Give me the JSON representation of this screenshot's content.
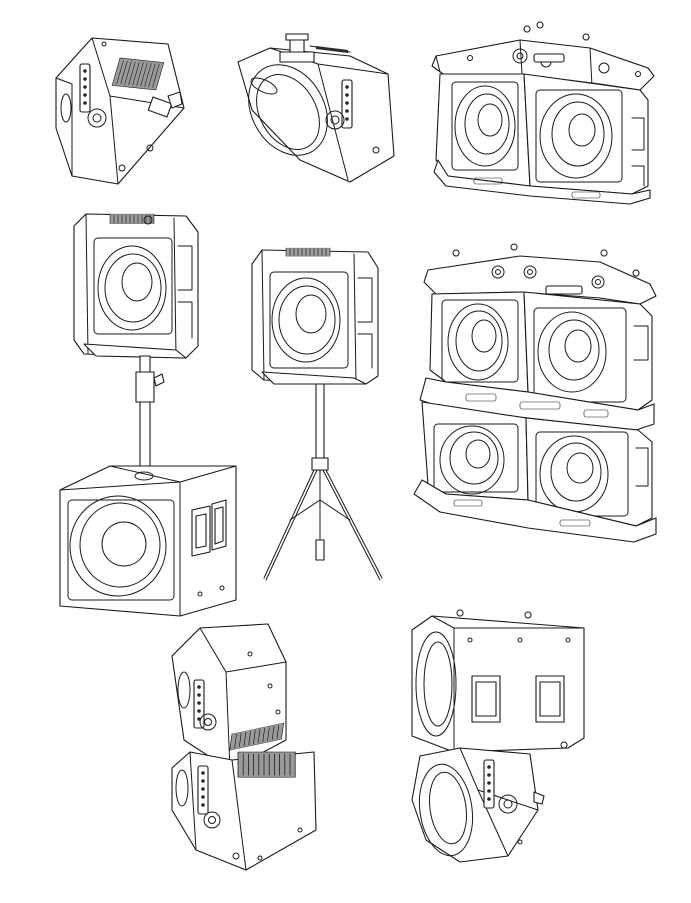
{
  "figure": {
    "illustrations": [
      {
        "id": "fig-1",
        "icon": "speaker-top-rear-view-icon"
      },
      {
        "id": "fig-2",
        "icon": "speaker-with-pole-mount-icon"
      },
      {
        "id": "fig-3",
        "icon": "speaker-pair-horizontal-array-icon"
      },
      {
        "id": "fig-4",
        "icon": "speaker-on-pole-over-subwoofer-icon"
      },
      {
        "id": "fig-5",
        "icon": "speaker-on-tripod-stand-icon"
      },
      {
        "id": "fig-6",
        "icon": "speaker-two-by-two-array-icon"
      },
      {
        "id": "fig-7",
        "icon": "speaker-vertical-stack-rear-icon"
      },
      {
        "id": "fig-8",
        "icon": "speaker-flown-under-subwoofer-icon"
      }
    ],
    "colors": {
      "line": "#1a1a1a",
      "background": "#ffffff",
      "shade": "#9a9a9a"
    }
  }
}
